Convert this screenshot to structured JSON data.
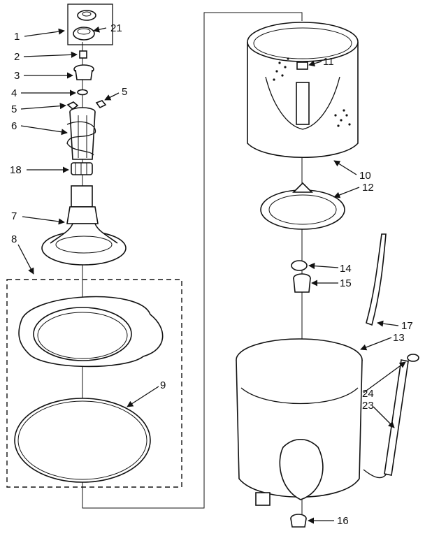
{
  "labels": {
    "p1": "1",
    "p2": "2",
    "p3": "3",
    "p4": "4",
    "p5a": "5",
    "p5b": "5",
    "p6": "6",
    "p7": "7",
    "p8": "8",
    "p9": "9",
    "p10": "10",
    "p11": "11",
    "p12": "12",
    "p13": "13",
    "p14": "14",
    "p15": "15",
    "p16": "16",
    "p17": "17",
    "p18": "18",
    "p21": "21",
    "p23": "23",
    "p24": "24"
  }
}
